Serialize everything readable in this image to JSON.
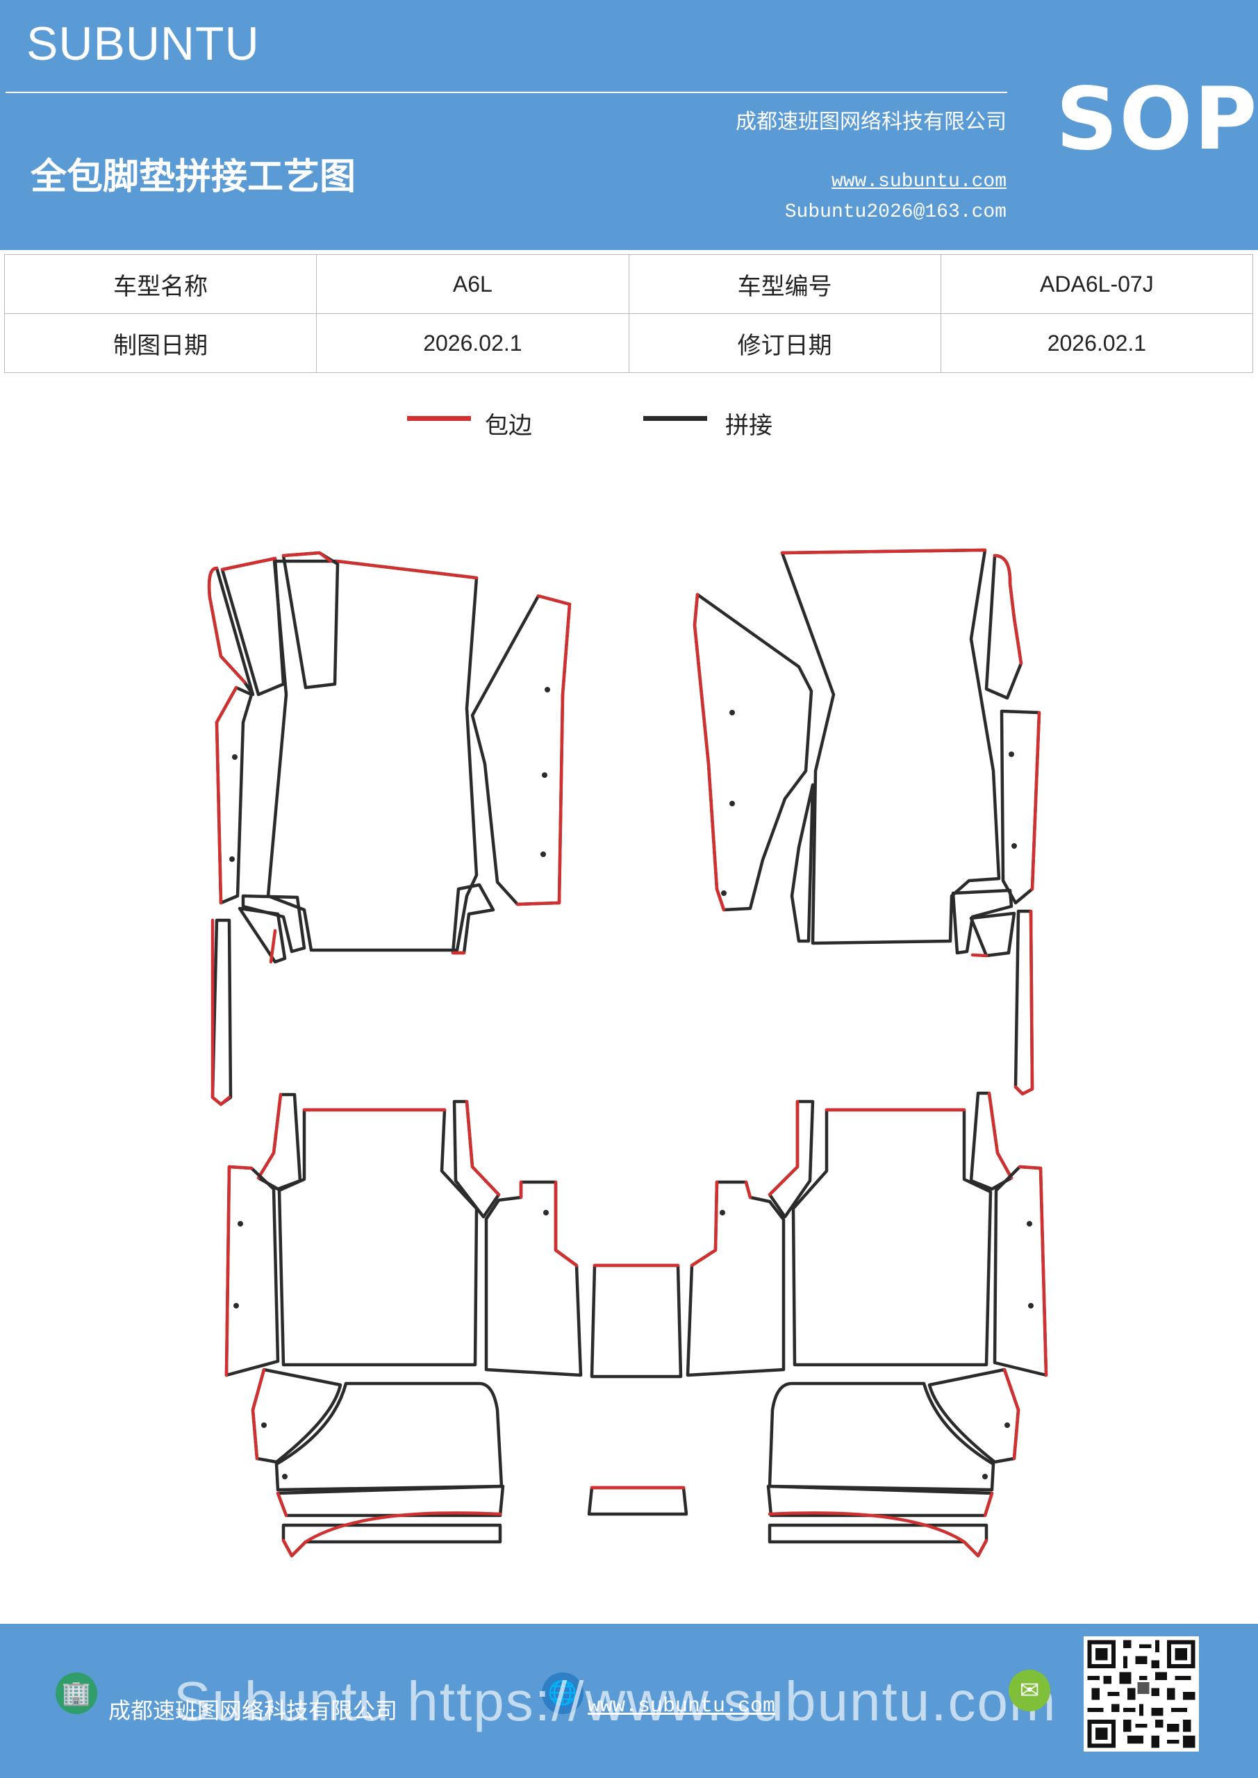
{
  "brand": {
    "primary": "#5b9bd5",
    "stroke_edge": "#d0302f",
    "stroke_joint": "#2b2b2b"
  },
  "header": {
    "brand_name": "SUBUNTU",
    "company": "成都速班图网络科技有限公司",
    "document_title": "全包脚垫拼接工艺图",
    "website": "www.subuntu.com",
    "email": "Subuntu2026@163.com",
    "badge": "SOP"
  },
  "info_table": {
    "model_name_label": "车型名称",
    "model_name_value": "A6L",
    "model_code_label": "车型编号",
    "model_code_value": "ADA6L-07J",
    "draw_date_label": "制图日期",
    "draw_date_value": "2026.02.1",
    "revision_date_label": "修订日期",
    "revision_date_value": "2026.02.1"
  },
  "legend": {
    "edge_label": "包边",
    "joint_label": "拼接"
  },
  "footer": {
    "company": "成都速班图网络科技有限公司",
    "website": "www.subuntu.com",
    "overlay_text": "Subuntu  https://www.subuntu.com",
    "icons": [
      "building-icon",
      "globe-icon",
      "wechat-icon",
      "qr-code"
    ]
  }
}
